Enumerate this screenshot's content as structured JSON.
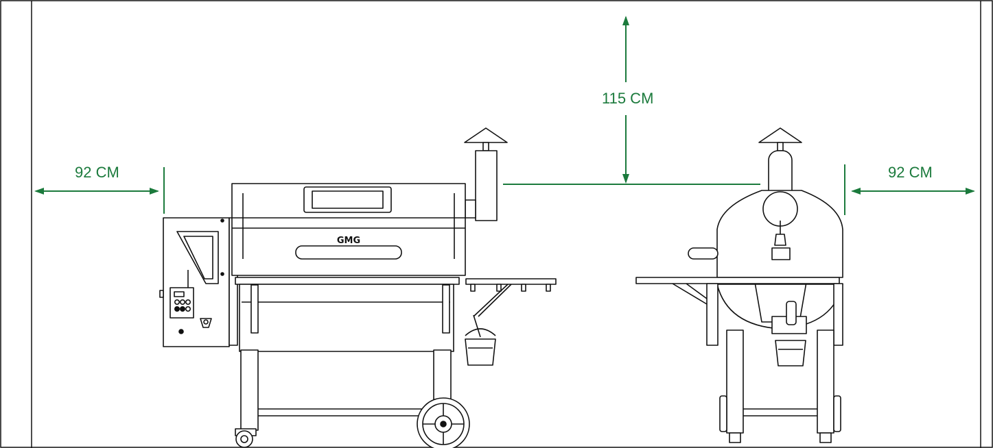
{
  "clearances": {
    "top": "115 CM",
    "left": "92 CM",
    "right": "92 CM"
  },
  "colors": {
    "dimension": "#1b7a3c",
    "line": "#111111",
    "fill": "#ffffff"
  },
  "logo_text": "GMG"
}
